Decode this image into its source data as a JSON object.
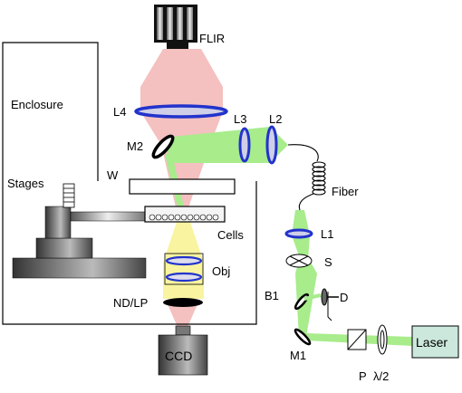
{
  "labels": {
    "flir": "FLIR",
    "enclosure": "Enclosure",
    "l4": "L4",
    "l3": "L3",
    "l2": "L2",
    "m2": "M2",
    "w": "W",
    "stages": "Stages",
    "fiber": "Fiber",
    "cells": "Cells",
    "l1": "L1",
    "s": "S",
    "obj": "Obj",
    "b1": "B1",
    "d": "D",
    "nd_lp": "ND/LP",
    "m1": "M1",
    "laser": "Laser",
    "p": "P",
    "half_wave": "λ/2",
    "ccd": "CCD"
  },
  "colors": {
    "ir_beam": "#f4c0c0",
    "laser_beam": "#a8ec8c",
    "visible_beam": "#f8f4a0",
    "lens_ring": "#2233cc",
    "laser_box": "#cce8dc"
  }
}
